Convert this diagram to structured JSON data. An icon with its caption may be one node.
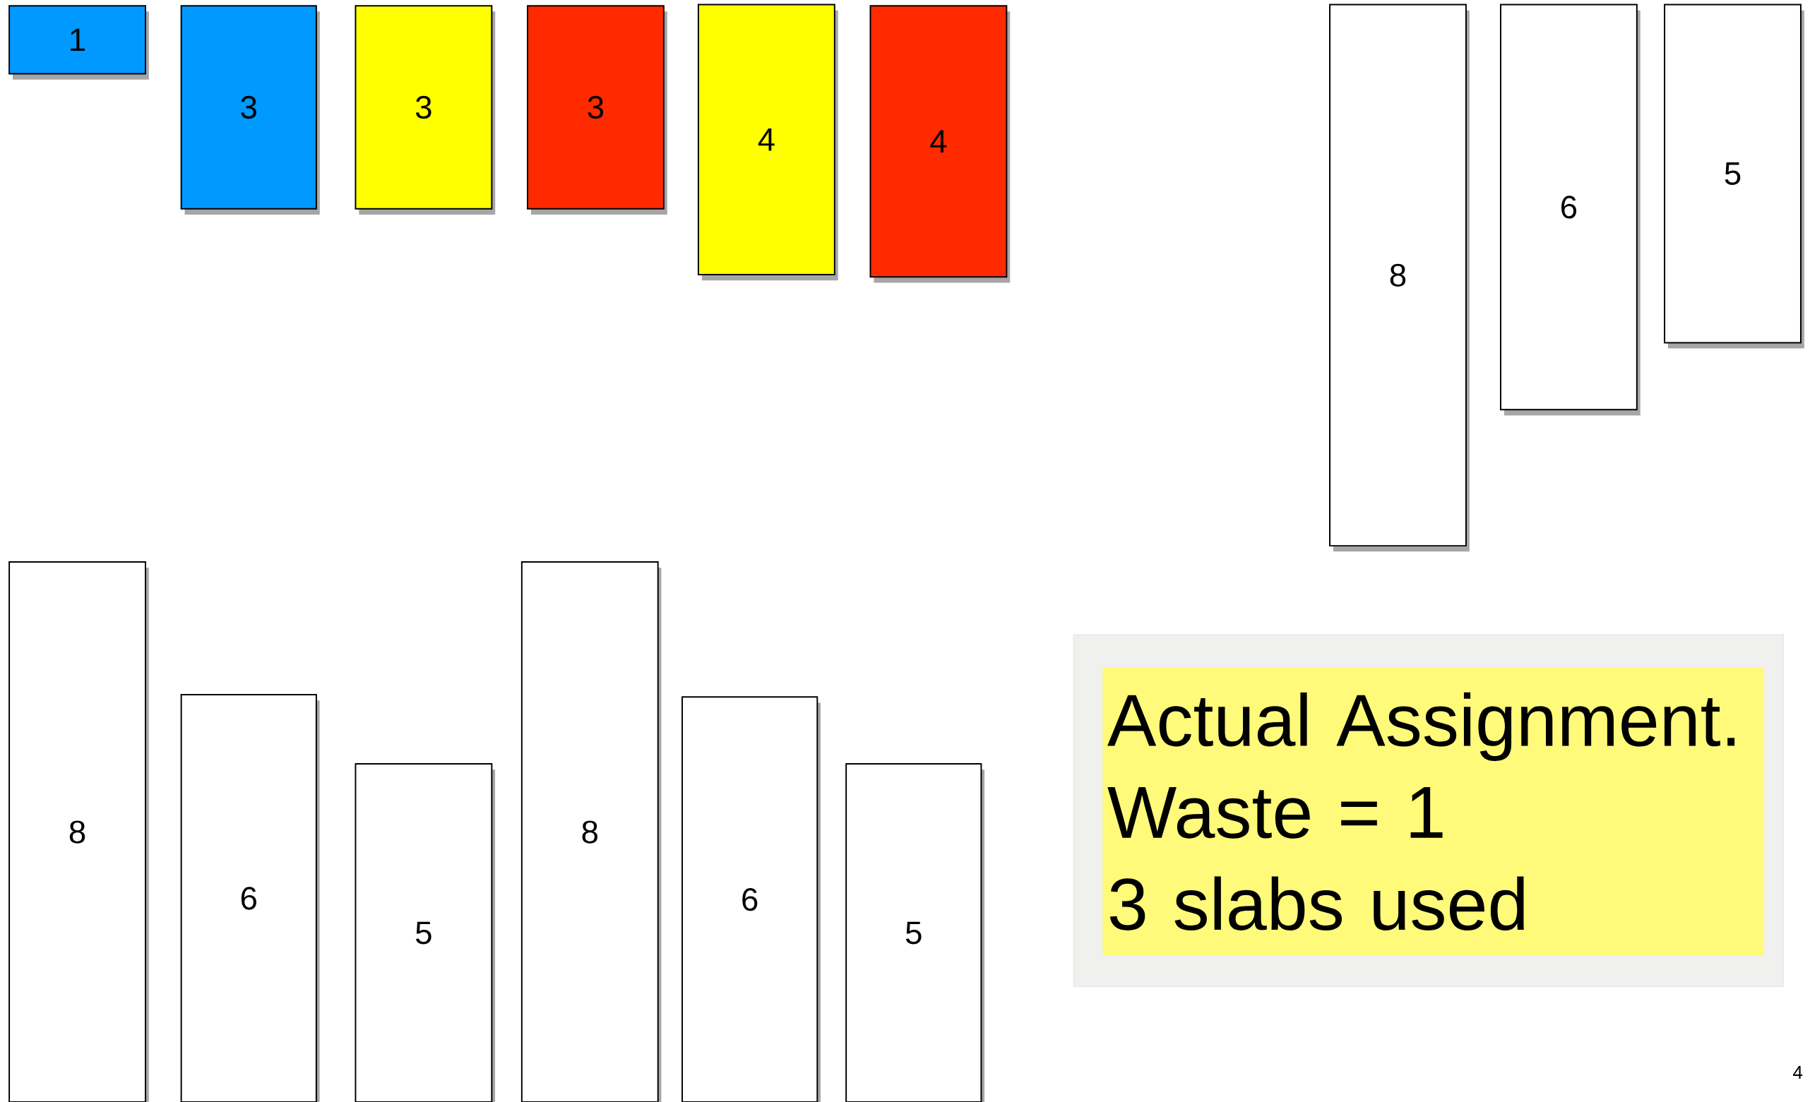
{
  "diagram": {
    "nodes": [
      {
        "text": [
          "1"
        ]
      },
      {
        "text": [
          "3"
        ]
      },
      {
        "text": [
          "3"
        ]
      },
      {
        "text": [
          "3"
        ]
      },
      {
        "text": [
          "4"
        ]
      },
      {
        "text": [
          "4"
        ]
      },
      {
        "text": [
          "8"
        ]
      },
      {
        "text": [
          "6"
        ]
      },
      {
        "text": [
          "5"
        ]
      },
      {
        "text": [
          "8"
        ]
      },
      {
        "text": [
          "6"
        ]
      },
      {
        "text": [
          "5"
        ]
      },
      {
        "text": [
          "8"
        ]
      },
      {
        "text": [
          "6"
        ]
      },
      {
        "text": [
          "5"
        ]
      },
      {
        "text": [
          "Actual Assignment.",
          "Waste = 1",
          "3 slabs used"
        ]
      }
    ],
    "labels": [
      "4"
    ]
  }
}
